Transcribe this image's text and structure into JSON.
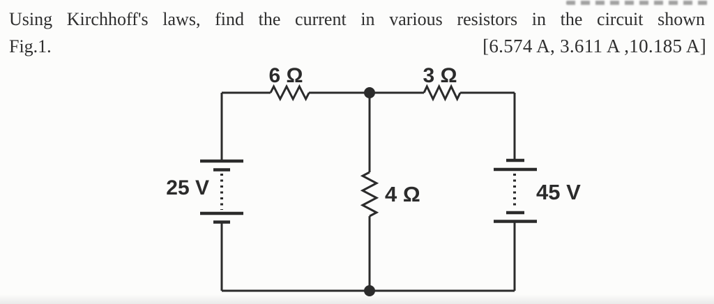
{
  "problem": {
    "line1": "Using Kirchhoff's laws, find the current in various resistors in the circuit shown",
    "figure_label": "Fig.1.",
    "answer": "[6.574 A, 3.611 A ,10.185 A]"
  },
  "circuit": {
    "ink_color": "#2b2b2b",
    "resistors": [
      {
        "id": "R1",
        "label": "6 Ω",
        "position": "top-left branch"
      },
      {
        "id": "R2",
        "label": "3 Ω",
        "position": "top-right branch"
      },
      {
        "id": "R3",
        "label": "4 Ω",
        "position": "middle branch"
      }
    ],
    "sources": [
      {
        "id": "V1",
        "label": "25 V",
        "position": "left branch",
        "symbol": "multi-cell-battery"
      },
      {
        "id": "V2",
        "label": "45 V",
        "position": "right branch",
        "symbol": "multi-cell-battery"
      }
    ]
  }
}
